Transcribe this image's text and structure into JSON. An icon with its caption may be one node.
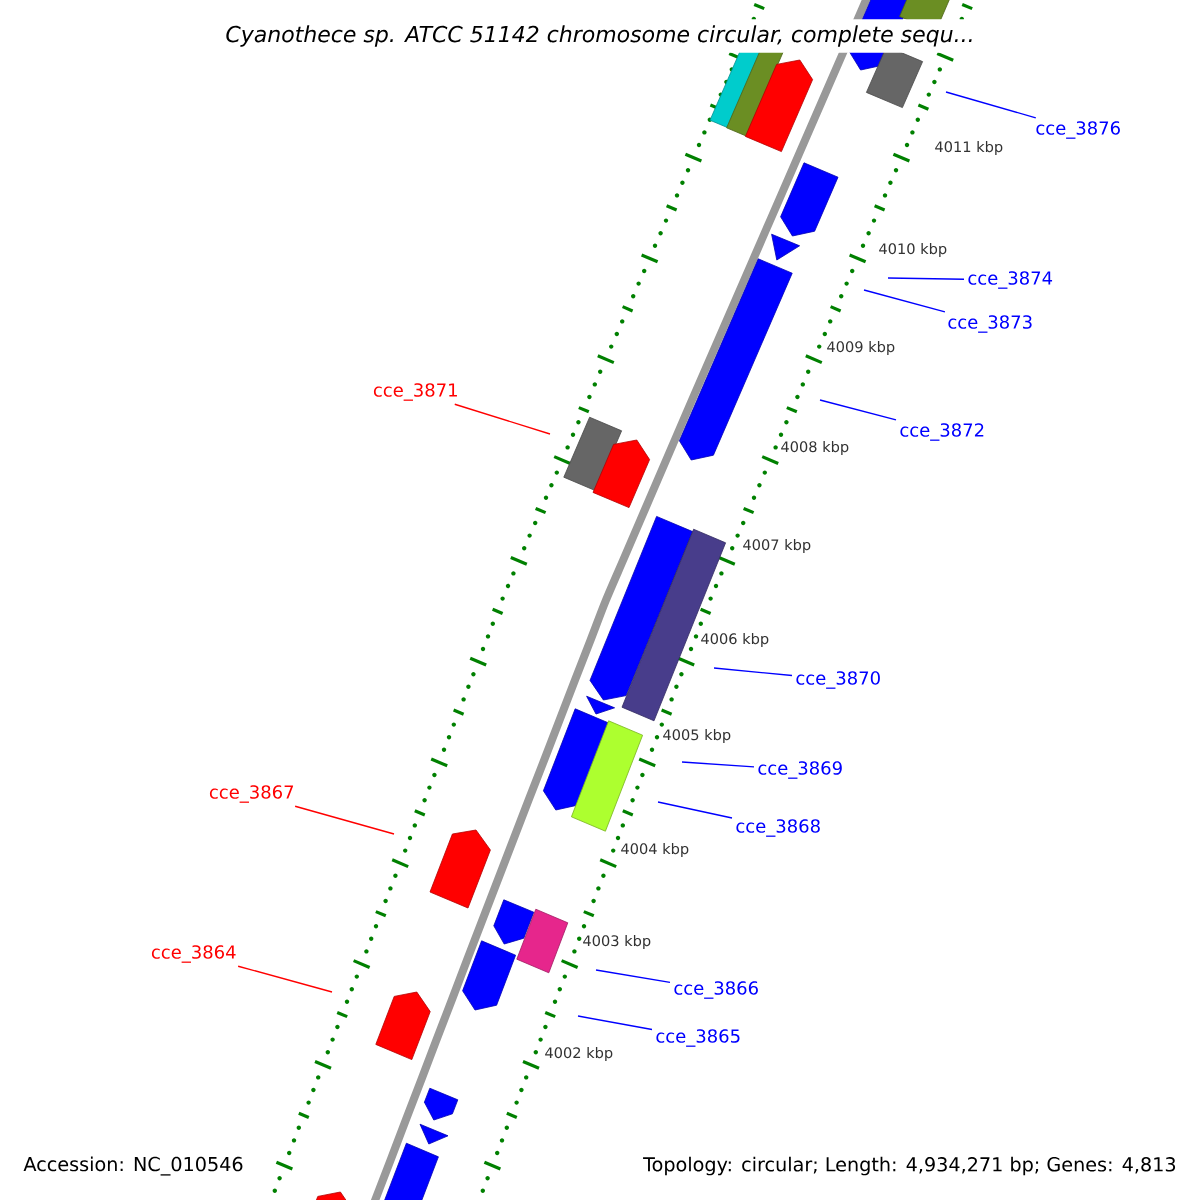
{
  "diagram": {
    "title": "Cyanothece sp. ATCC 51142 chromosome circular, complete sequ...",
    "nodes": [
      {
        "text": [
          "cce_3876"
        ]
      },
      {
        "text": [
          "cce_3874"
        ]
      },
      {
        "text": [
          "cce_3873"
        ]
      },
      {
        "text": [
          "cce_3871"
        ]
      },
      {
        "text": [
          "cce_3872"
        ]
      },
      {
        "text": [
          "cce_3870"
        ]
      },
      {
        "text": [
          "cce_3869"
        ]
      },
      {
        "text": [
          "cce_3867"
        ]
      },
      {
        "text": [
          "cce_3868"
        ]
      },
      {
        "text": [
          "cce_3864"
        ]
      },
      {
        "text": [
          "cce_3866"
        ]
      },
      {
        "text": [
          "cce_3865"
        ]
      }
    ],
    "edges": [
      {
        "from": 0,
        "to": null,
        "arrow": "none"
      },
      {
        "from": 1,
        "to": null,
        "arrow": "none"
      },
      {
        "from": 2,
        "to": null,
        "arrow": "none"
      },
      {
        "from": 3,
        "to": null,
        "arrow": "none",
        "color": "#ff0000"
      },
      {
        "from": 4,
        "to": null,
        "arrow": "none"
      },
      {
        "from": 5,
        "to": null,
        "arrow": "none"
      },
      {
        "from": 6,
        "to": null,
        "arrow": "none"
      },
      {
        "from": 7,
        "to": null,
        "arrow": "none",
        "color": "#ff0000"
      },
      {
        "from": 8,
        "to": null,
        "arrow": "none"
      },
      {
        "from": 9,
        "to": null,
        "arrow": "none",
        "color": "#ff0000"
      },
      {
        "from": 10,
        "to": null,
        "arrow": "none"
      },
      {
        "from": 11,
        "to": null,
        "arrow": "none"
      }
    ],
    "labels": [
      "4011 kbp",
      "4010 kbp",
      "4009 kbp",
      "4008 kbp",
      "4007 kbp",
      "4006 kbp",
      "4005 kbp",
      "4004 kbp",
      "4003 kbp",
      "4002 kbp",
      "Accession: NC_010546",
      "Topology: circular; Length: 4,934,271 bp; Genes: 4,813"
    ]
  }
}
